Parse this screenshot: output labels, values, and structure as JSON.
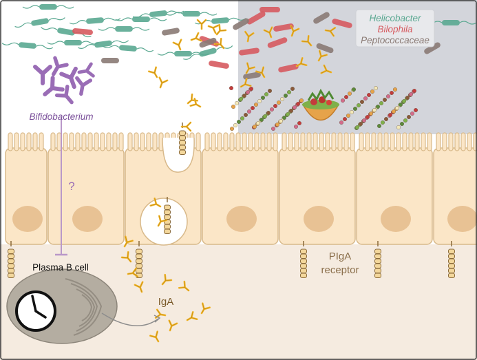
{
  "labels": {
    "bifidobacterium": "Bifidobacterium",
    "question_mark": "?",
    "plasma_b_cell": "Plasma B cell",
    "iga": "IgA",
    "pigr_line1": "PIgA",
    "pigr_line2": "receptor"
  },
  "legend": {
    "helicobacter": "Helicobacter",
    "bilophila": "Bilophila",
    "peptococcaceae": "Peptococcaceae"
  },
  "colors": {
    "lumen_left": "#ffffff",
    "lumen_right": "#d3d5db",
    "cell_fill": "#fbe6c7",
    "cell_stroke": "#d8b98a",
    "nucleus": "#e8c294",
    "lamina": "#f5ebe0",
    "antibody": "#f0b429",
    "helicobacter": "#5aa891",
    "bilophila": "#d65a5f",
    "peptococcaceae": "#8a7a74",
    "bifido": "#9a6db6",
    "plasma_cell": "#b4ada1"
  },
  "icons": [
    "clock-icon",
    "food-bowl-icon",
    "antibody-icon",
    "bacteria-icon"
  ]
}
